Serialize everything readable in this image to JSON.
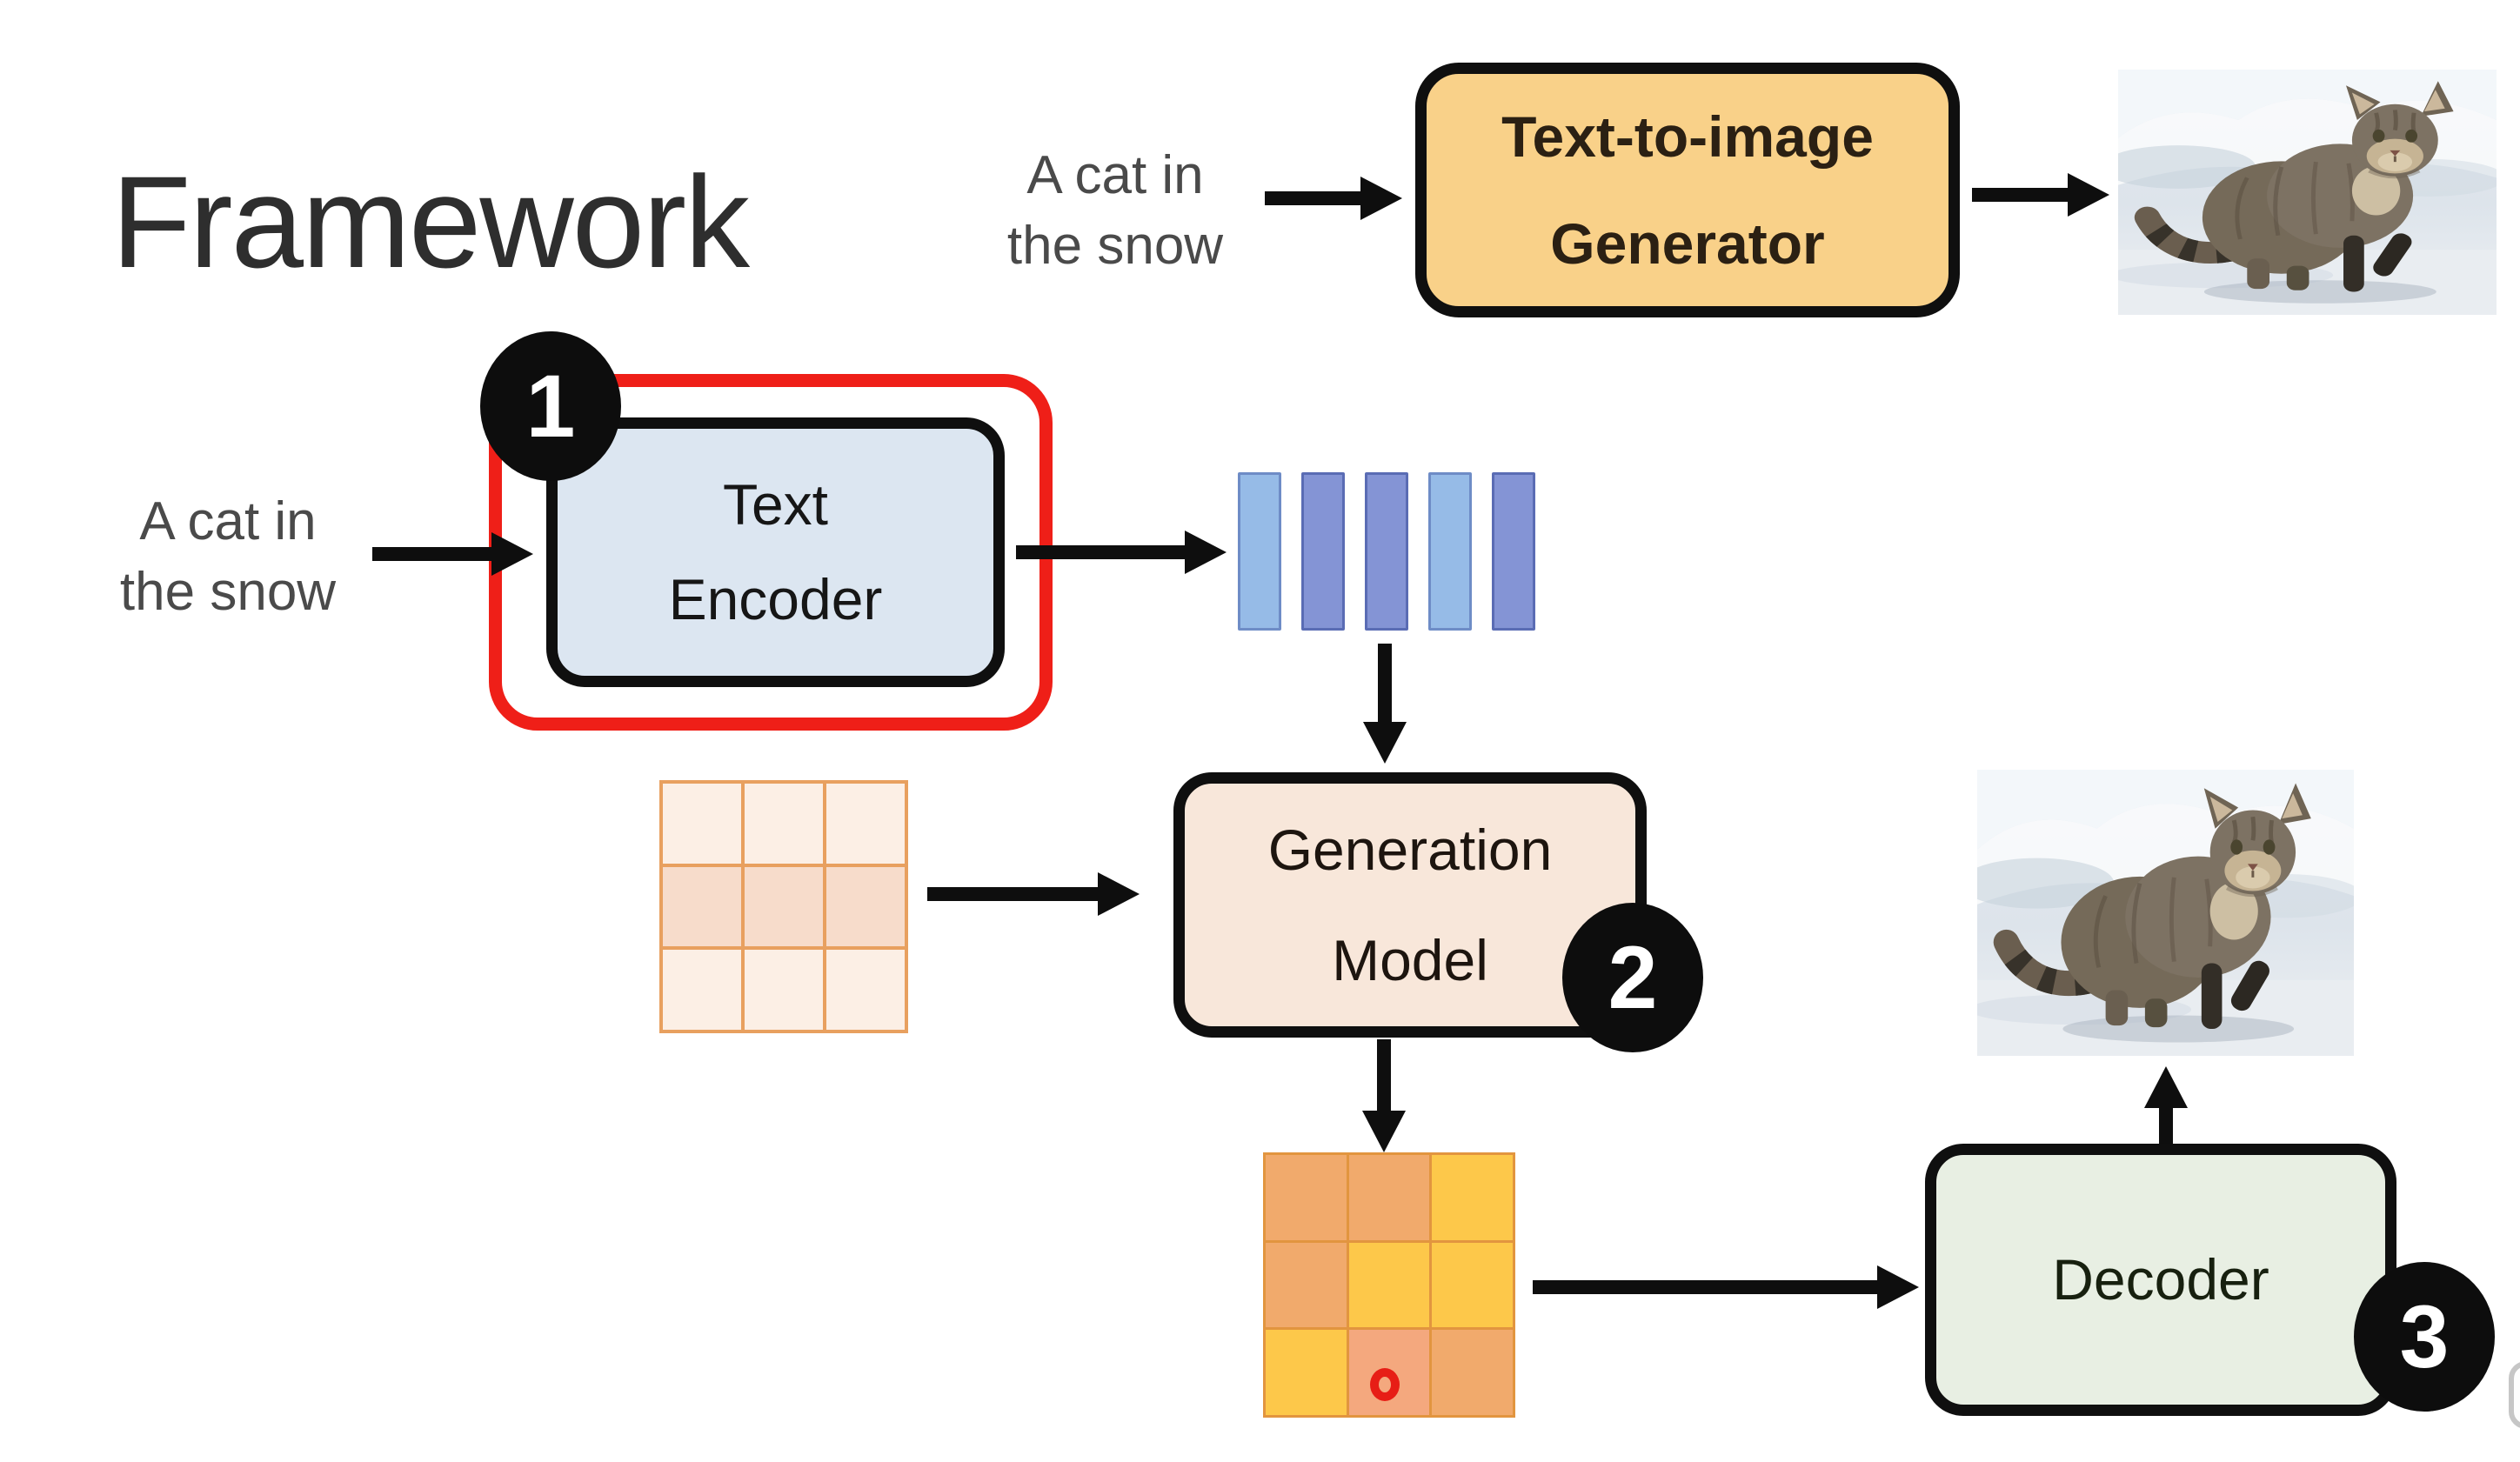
{
  "slide": {
    "title": "Framework"
  },
  "top_flow": {
    "prompt": [
      "A cat in",
      "the snow"
    ],
    "generator_label": [
      "Text-to-image",
      "Generator"
    ]
  },
  "step1": {
    "badge": "1",
    "prompt": [
      "A cat in",
      "the snow"
    ],
    "encoder_label": [
      "Text",
      "Encoder"
    ]
  },
  "step2": {
    "badge": "2",
    "model_label": [
      "Generation",
      "Model"
    ]
  },
  "step3": {
    "badge": "3",
    "decoder_label": "Decoder"
  },
  "embedding_bars": {
    "pattern": [
      "light",
      "dark",
      "dark",
      "light",
      "dark"
    ]
  },
  "token_grid": {
    "rows": [
      [
        "light",
        "light",
        "light"
      ],
      [
        "mid",
        "mid",
        "mid"
      ],
      [
        "light",
        "light",
        "light"
      ]
    ]
  },
  "output_grid": {
    "rows": [
      [
        "orange",
        "orange",
        "yellow"
      ],
      [
        "orange",
        "yellow",
        "yellow"
      ],
      [
        "yellow",
        "salmon",
        "orange"
      ]
    ],
    "marker_cell": {
      "row": 2,
      "col": 1
    }
  },
  "colors": {
    "title_color": "#2e2e2e",
    "prompt_gray": "#4a4a4a",
    "box_border": "#0f0f0f",
    "generator_fill": "#f9d189",
    "encoder_fill": "#dce6f1",
    "model_fill": "#f8e7da",
    "decoder_fill": "#e8efe3",
    "frame_red": "#ef1f18",
    "badge_black": "#0d0d0d",
    "arrow_black": "#0e0e0e",
    "bar_light": "#96bbe7",
    "bar_dark": "#8494d5",
    "bar_border_light": "#6e8cc6",
    "bar_border_dark": "#5a6cb4",
    "grid_light": "#fcefe5",
    "grid_mid": "#f7dccb",
    "grid_line": "#e8a05f",
    "out_orange": "#f1aa6c",
    "out_yellow": "#fdc84a",
    "out_salmon": "#f4a87e",
    "out_line": "#e2953f",
    "marker_red": "#e71e16"
  }
}
